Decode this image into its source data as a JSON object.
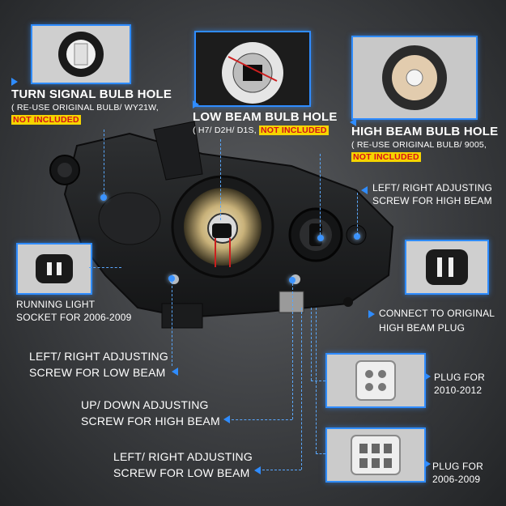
{
  "accent_color": "#2f8cff",
  "warning_bg": "#f5d400",
  "warning_text_color": "#d4121a",
  "callouts": {
    "turn_signal": {
      "title": "TURN SIGNAL BULB HOLE",
      "note": "( RE-USE ORIGINAL BULB/ WY21W,",
      "warning": "NOT INCLUDED"
    },
    "low_beam": {
      "title": "LOW BEAM BULB HOLE",
      "note": "( H7/ D2H/ D1S,",
      "warning": "NOT INCLUDED"
    },
    "high_beam": {
      "title": "HIGH BEAM BULB HOLE",
      "note": "( RE-USE ORIGINAL BULB/ 9005,",
      "warning": "NOT INCLUDED"
    },
    "lr_high": {
      "line1": "LEFT/ RIGHT ADJUSTING",
      "line2": "SCREW FOR HIGH BEAM"
    },
    "running_light": {
      "line1": "RUNNING LIGHT",
      "line2": "SOCKET FOR 2006-2009"
    },
    "connect_high": {
      "line1": "CONNECT TO ORIGINAL",
      "line2": "HIGH BEAM PLUG"
    },
    "lr_low_1": {
      "line1": "LEFT/ RIGHT ADJUSTING",
      "line2": "SCREW FOR LOW BEAM"
    },
    "plug_2010": {
      "line1": "PLUG FOR",
      "line2": "2010-2012"
    },
    "ud_high": {
      "line1": "UP/ DOWN ADJUSTING",
      "line2": "SCREW FOR HIGH BEAM"
    },
    "lr_low_2": {
      "line1": "LEFT/ RIGHT ADJUSTING",
      "line2": "SCREW FOR LOW BEAM"
    },
    "plug_2006": {
      "line1": "PLUG FOR",
      "line2": "2006-2009"
    }
  }
}
